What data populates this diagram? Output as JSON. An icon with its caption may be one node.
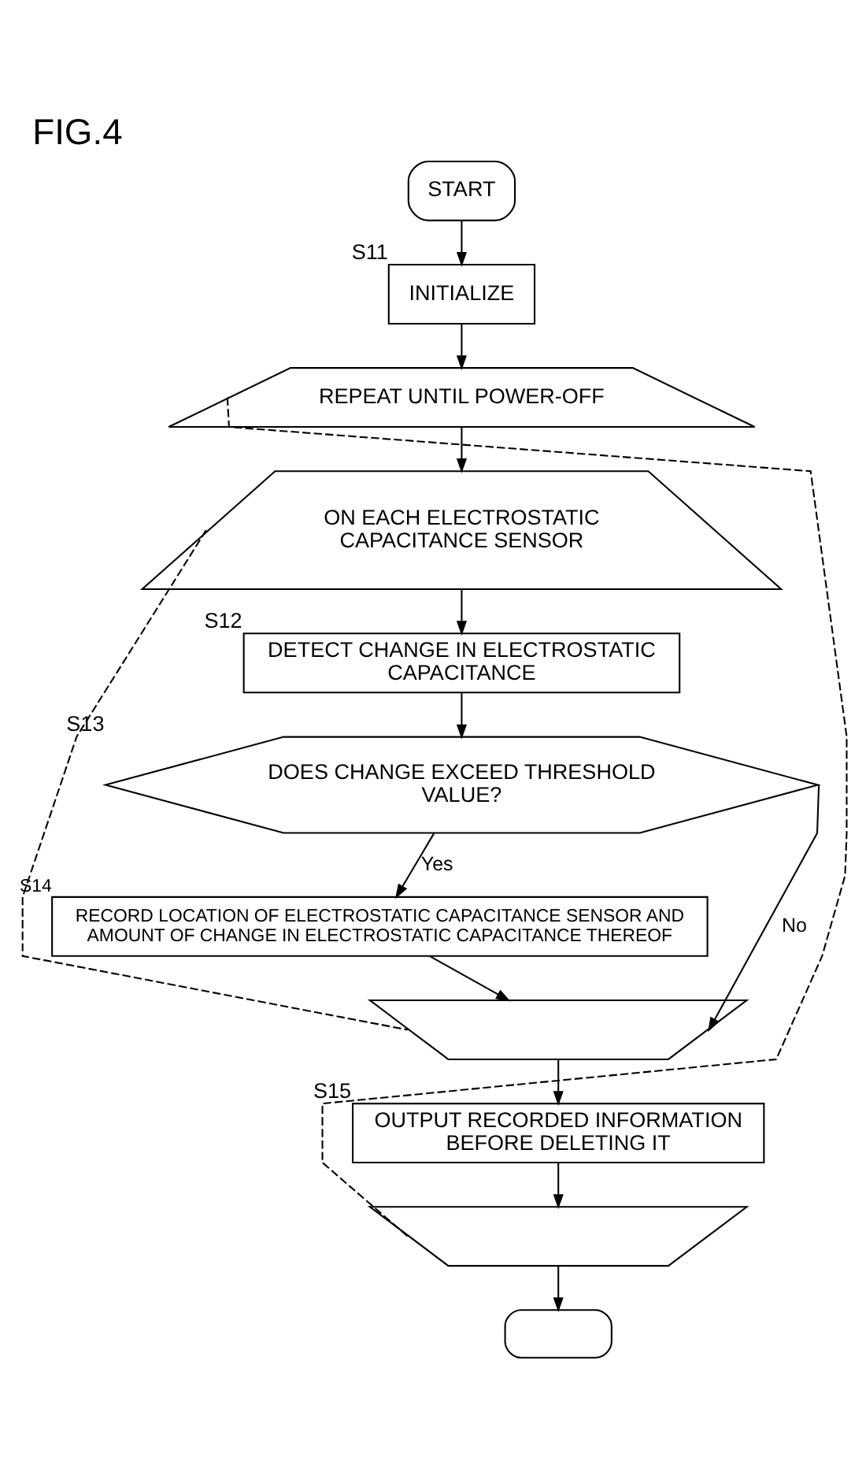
{
  "diagram": {
    "title": "FIG.4",
    "nodes": [
      {
        "text": [
          "START"
        ]
      },
      {
        "text": [
          "INITIALIZE"
        ],
        "beside": [
          "S11"
        ]
      },
      {
        "text": [
          "REPEAT UNTIL POWER-OFF"
        ]
      },
      {
        "text": [
          "ON EACH ELECTROSTATIC CAPACITANCE SENSOR"
        ]
      },
      {
        "text": [
          "DETECT CHANGE IN ELECTROSTATIC CAPACITANCE"
        ],
        "beside": [
          "S12"
        ]
      },
      {
        "text": [
          "DOES CHANGE EXCEED THRESHOLD VALUE?"
        ],
        "beside": [
          "S13"
        ]
      },
      {
        "text": [
          "RECORD LOCATION OF ELECTROSTATIC CAPACITANCE SENSOR AND AMOUNT OF CHANGE IN ELECTROSTATIC CAPACITANCE THEREOF"
        ],
        "beside": [
          "S14"
        ]
      },
      {
        "text": [],
        "shape": "trapezoid"
      },
      {
        "text": [
          "OUTPUT RECORDED INFORMATION BEFORE DELETING IT"
        ],
        "beside": [
          "S15"
        ]
      },
      {
        "text": [],
        "shape": "trapezoid"
      },
      {
        "text": [],
        "shape": "terminal"
      }
    ],
    "edges": [
      {
        "from": 0,
        "to": 1,
        "arrow": "to"
      },
      {
        "from": 1,
        "to": 2,
        "arrow": "to"
      },
      {
        "from": 2,
        "to": 3,
        "arrow": "to"
      },
      {
        "from": 3,
        "to": 4,
        "arrow": "to"
      },
      {
        "from": 4,
        "to": 5,
        "arrow": "to"
      },
      {
        "from": 5,
        "to": 6,
        "arrow": "to",
        "label": "Yes"
      },
      {
        "from": 5,
        "to": 7,
        "arrow": "to",
        "label": "No"
      },
      {
        "from": 6,
        "to": 7,
        "arrow": "to"
      },
      {
        "from": 7,
        "to": 8,
        "arrow": "to"
      },
      {
        "from": 8,
        "to": 9,
        "arrow": "to"
      },
      {
        "from": 9,
        "to": 10,
        "arrow": "to"
      },
      {
        "from": 3,
        "to": 7,
        "arrow": "none",
        "style": "dashed"
      },
      {
        "from": 2,
        "to": 9,
        "arrow": "none",
        "style": "dashed"
      }
    ]
  }
}
